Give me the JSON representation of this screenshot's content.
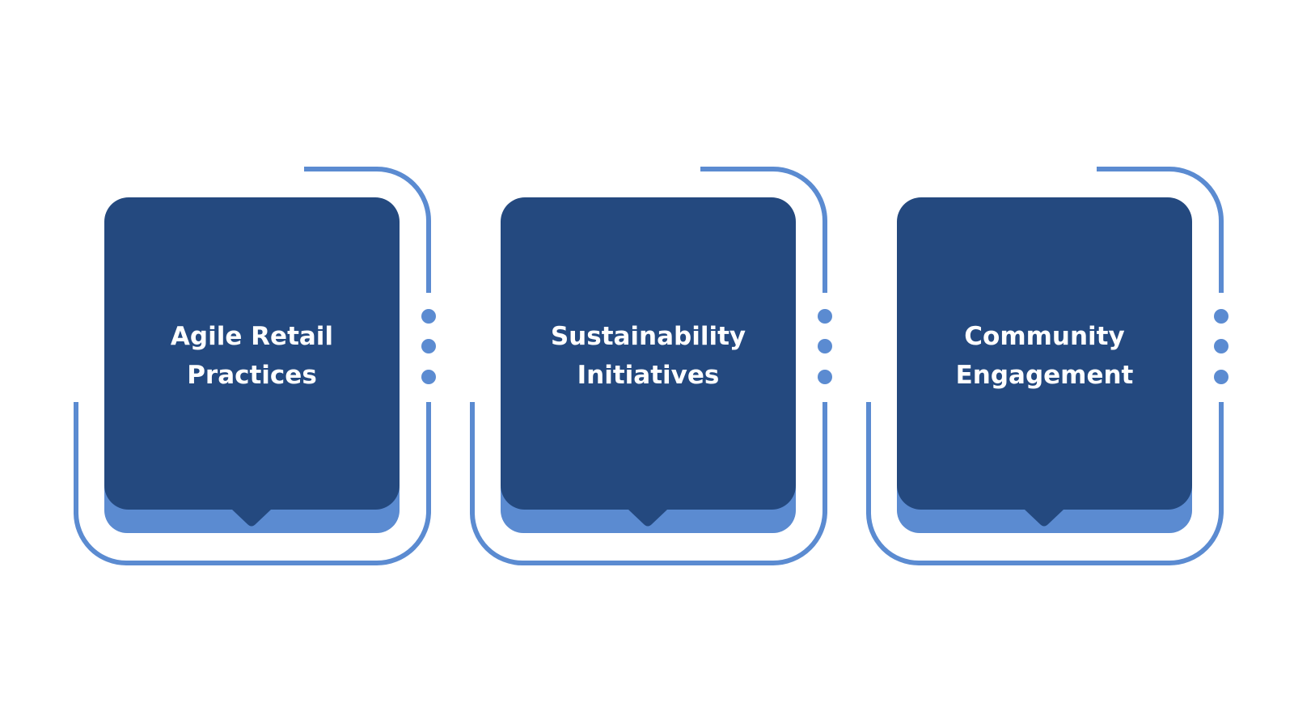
{
  "colors": {
    "box_fill": "#24497f",
    "accent": "#5b8bd1",
    "label_text": "#ffffff",
    "background": "#ffffff"
  },
  "cards": [
    {
      "line1": "Agile Retail",
      "line2": "Practices"
    },
    {
      "line1": "Sustainability",
      "line2": "Initiatives"
    },
    {
      "line1": "Community",
      "line2": "Engagement"
    }
  ]
}
